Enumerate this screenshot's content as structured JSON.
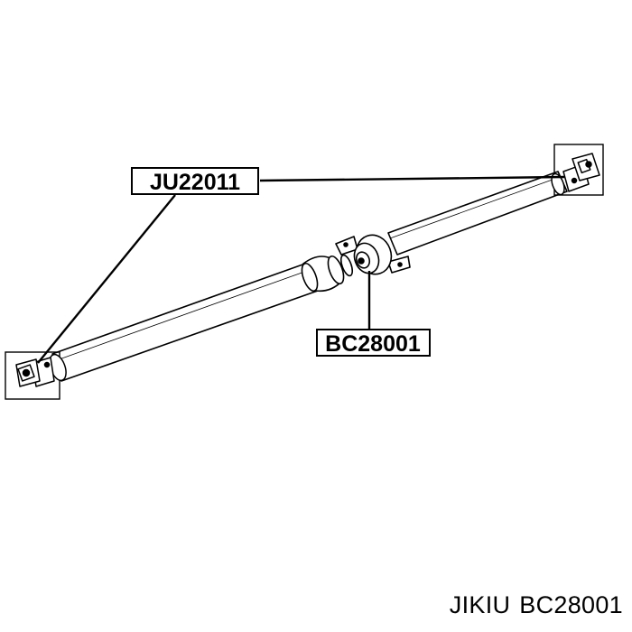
{
  "callouts": {
    "universal_joint": "JU22011",
    "center_bearing": "BC28001"
  },
  "caption": {
    "brand": "JIKIU",
    "part_number": "BC28001"
  }
}
